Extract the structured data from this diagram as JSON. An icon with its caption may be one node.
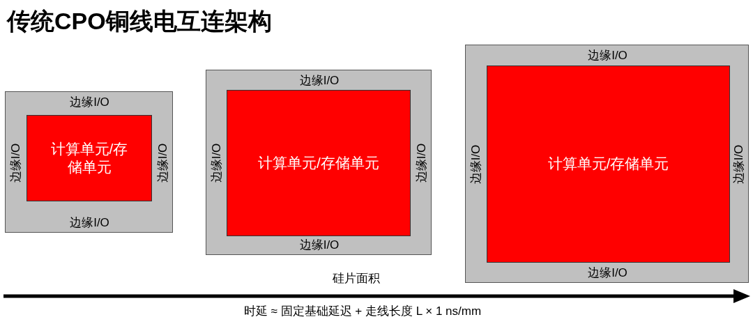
{
  "diagram": {
    "title": "传统CPO铜线电互连架构",
    "nodes": [
      {
        "text": [
          "边缘I/O",
          "边缘I/O",
          "边缘I/O",
          "边缘I/O"
        ]
      },
      {
        "text": [
          "计算单元/存储单元"
        ],
        "in": 0
      },
      {
        "text": [
          "边缘I/O",
          "边缘I/O",
          "边缘I/O",
          "边缘I/O"
        ]
      },
      {
        "text": [
          "计算单元/存储单元"
        ],
        "in": 2
      },
      {
        "text": [
          "边缘I/O",
          "边缘I/O",
          "边缘I/O",
          "边缘I/O"
        ]
      },
      {
        "text": [
          "计算单元/存储单元"
        ],
        "in": 4
      }
    ],
    "edges": [],
    "labels": [
      "硅片面积",
      "时延 ≈ 固定基础延迟 + 走线长度 L × 1 ns/mm"
    ]
  }
}
